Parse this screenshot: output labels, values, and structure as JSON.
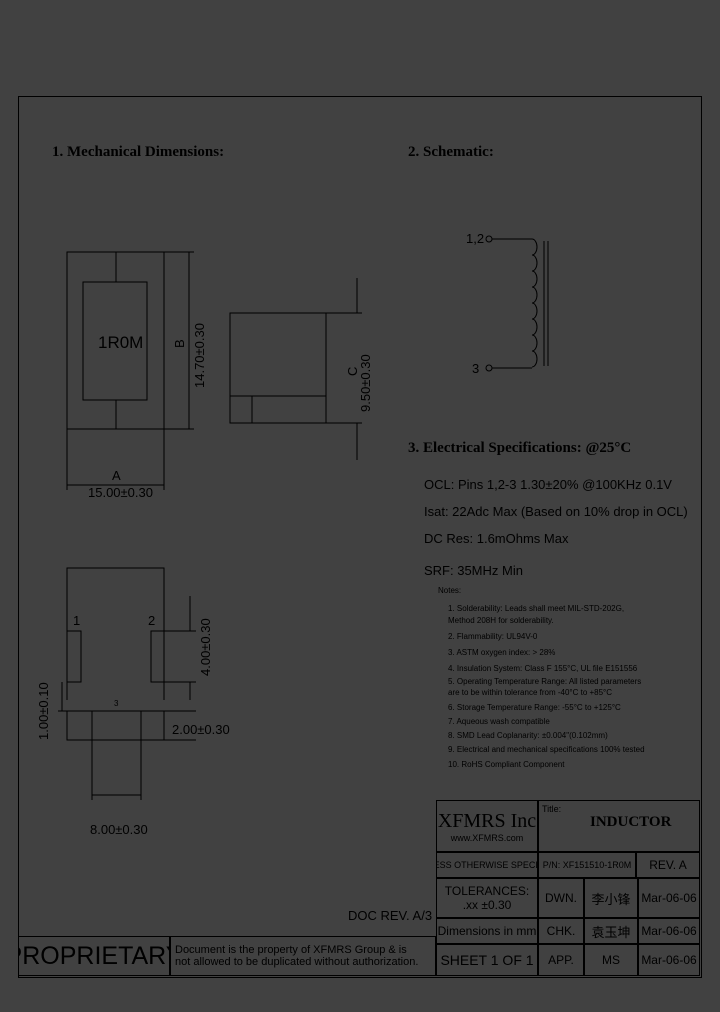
{
  "sections": {
    "mechanical": "1. Mechanical Dimensions:",
    "schematic": "2. Schematic:",
    "electrical": "3. Electrical Specifications: @25°C"
  },
  "top_view": {
    "marking": "1R0M",
    "dim_b_label": "B",
    "dim_b_value": "14.70±0.30",
    "dim_a_label": "A",
    "dim_a_value": "15.00±0.30"
  },
  "side_view": {
    "dim_c_label": "C",
    "dim_c_value": "9.50±0.30"
  },
  "bottom_view": {
    "pin1": "1",
    "pin2": "2",
    "pin3": "3",
    "dim_left": "1.00±0.10",
    "dim_right": "4.00±0.30",
    "dim_pad": "2.00±0.30",
    "dim_width": "8.00±0.30"
  },
  "schematic": {
    "pin_top": "1,2",
    "pin_bottom": "3"
  },
  "specs": [
    "OCL: Pins 1,2-3 1.30±20% @100KHz 0.1V",
    "Isat: 22Adc Max (Based on 10% drop in OCL)",
    "DC Res: 1.6mOhms Max",
    "SRF: 35MHz Min"
  ],
  "notes_title": "Notes:",
  "notes": [
    "1. Solderability: Leads shall meet MIL-STD-202G,",
    "    Method 208H for solderability.",
    "2. Flammability: UL94V-0",
    "3. ASTM oxygen index: > 28%",
    "4. Insulation System: Class F 155°C, UL file E151556",
    "5. Operating Temperature Range: All listed parameters",
    "    are to be within tolerance from -40°C to +85°C",
    "6. Storage Temperature Range: -55°C to +125°C",
    "7. Aqueous wash compatible",
    "8. SMD Lead Coplanarity: ±0.004\"(0.102mm)",
    "9. Electrical and mechanical specifications 100% tested",
    "10. RoHS Compliant Component"
  ],
  "title_block": {
    "company": "XFMRS Inc",
    "website": "www.XFMRS.com",
    "title_label": "Title:",
    "title": "INDUCTOR",
    "unless": "UNLESS OTHERWISE SPECIFIED",
    "pn": "P/N: XF151510-1R0M",
    "rev": "REV. A",
    "tolerances": "TOLERANCES:",
    "tol_value": ".xx ±0.30",
    "dimensions": "Dimensions in mm",
    "dwn_label": "DWN.",
    "dwn_sig": "李小锋",
    "dwn_date": "Mar-06-06",
    "chk_label": "CHK.",
    "chk_sig": "袁玉坤",
    "chk_date": "Mar-06-06",
    "sheet": "SHEET 1 OF 1",
    "app_label": "APP.",
    "app_sig": "MS",
    "app_date": "Mar-06-06",
    "doc_rev": "DOC REV. A/3",
    "proprietary": "PROPRIETARY",
    "proprietary_text_1": "Document is the property of XFMRS Group & is",
    "proprietary_text_2": "not allowed to be duplicated without authorization."
  }
}
